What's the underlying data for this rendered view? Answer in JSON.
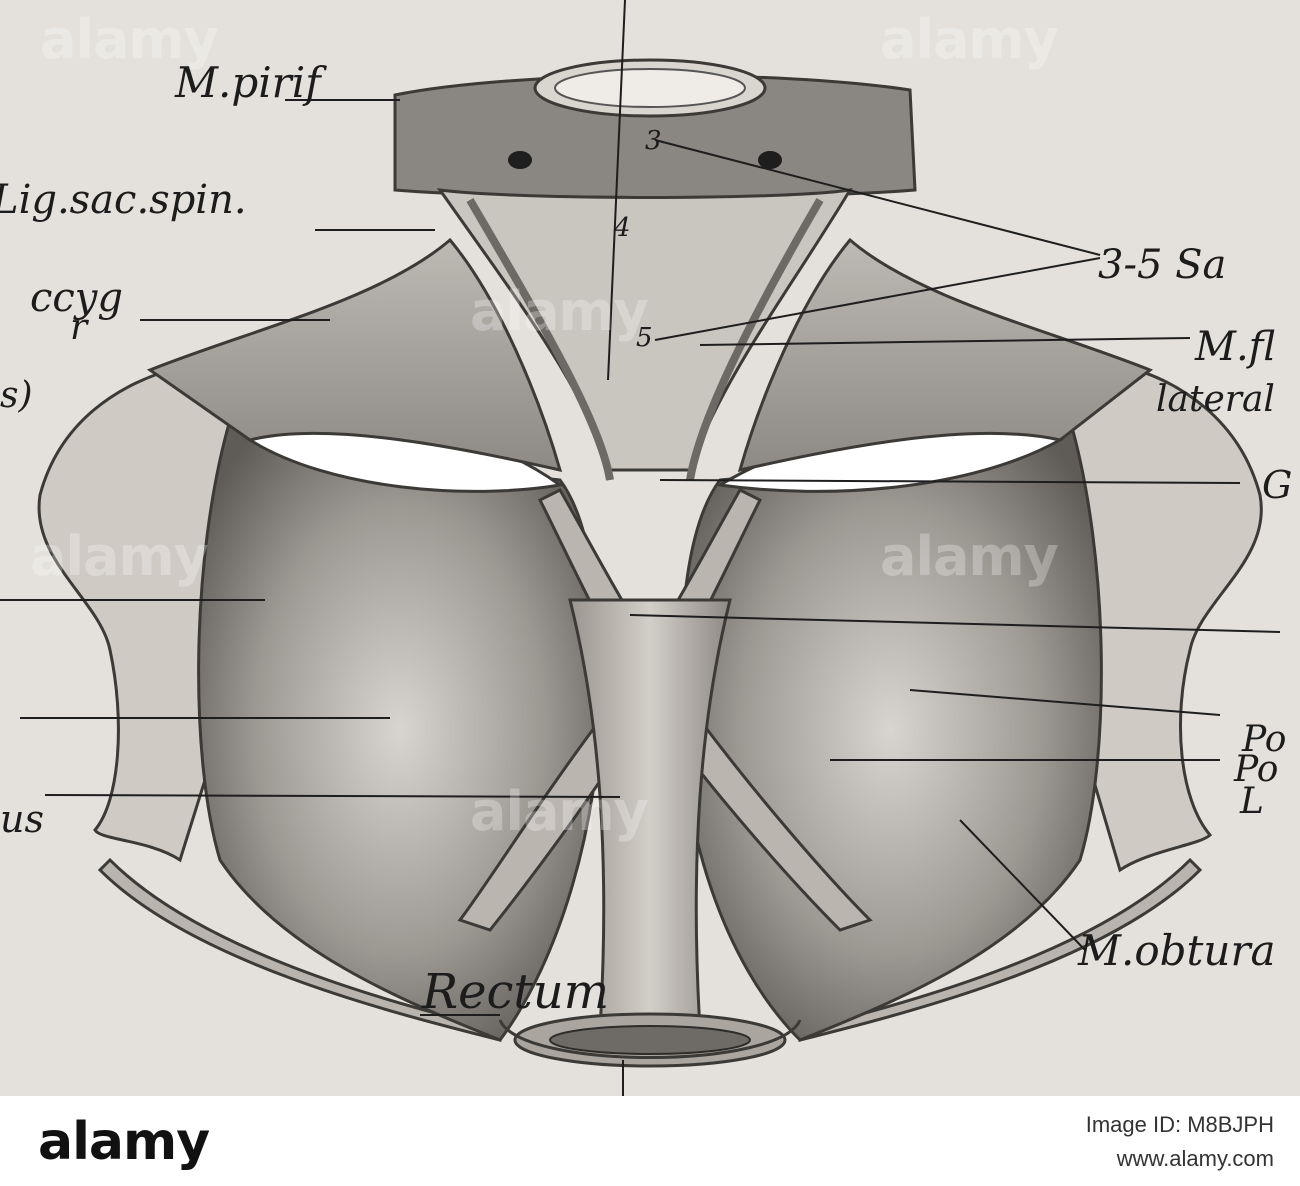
{
  "figure": {
    "labels": {
      "m_pirif": "M.pirif",
      "lig_sac_spin": "Lig.sac.spin.",
      "coccyg_partial": "ccyg",
      "r_partial": "r",
      "s_partial": "s)",
      "sacral_3_5": "3-5 Sa",
      "m_fl": "M.fl",
      "lateral_partial": "lateral",
      "g_partial": "G",
      "po_1": "Po",
      "po_2": "Po",
      "l_partial": "L",
      "us_partial": "us",
      "m_obtura": "M.obtura",
      "rectum": "Rectum",
      "num_3": "3",
      "num_4": "4",
      "num_5": "5"
    }
  },
  "watermark": {
    "text": "alamy"
  },
  "footer": {
    "brand": "alamy",
    "image_id_label": "Image ID: M8BJPH",
    "site": "www.alamy.com"
  }
}
